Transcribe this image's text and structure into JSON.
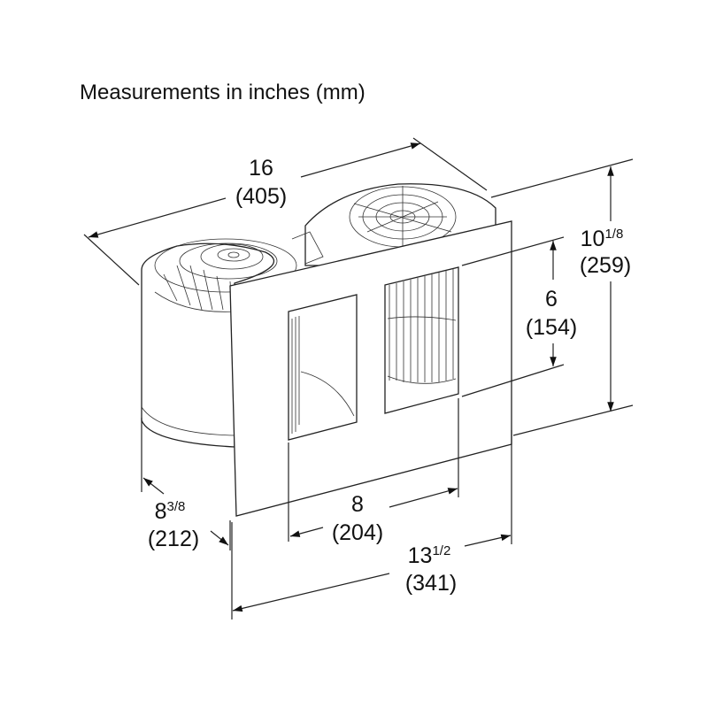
{
  "title": "Measurements in inches (mm)",
  "dimensions": {
    "width": {
      "inches": "16",
      "mm": "(405)"
    },
    "height": {
      "inches_whole": "10",
      "inches_frac": "1/8",
      "mm": "(259)"
    },
    "opening_height": {
      "inches": "6",
      "mm": "(154)"
    },
    "opening_width": {
      "inches": "8",
      "mm": "(204)"
    },
    "plate_width": {
      "inches_whole": "13",
      "inches_frac": "1/2",
      "mm": "(341)"
    },
    "depth": {
      "inches_whole": "8",
      "inches_frac": "3/8",
      "mm": "(212)"
    }
  },
  "colors": {
    "line": "#222222",
    "background": "#ffffff"
  }
}
